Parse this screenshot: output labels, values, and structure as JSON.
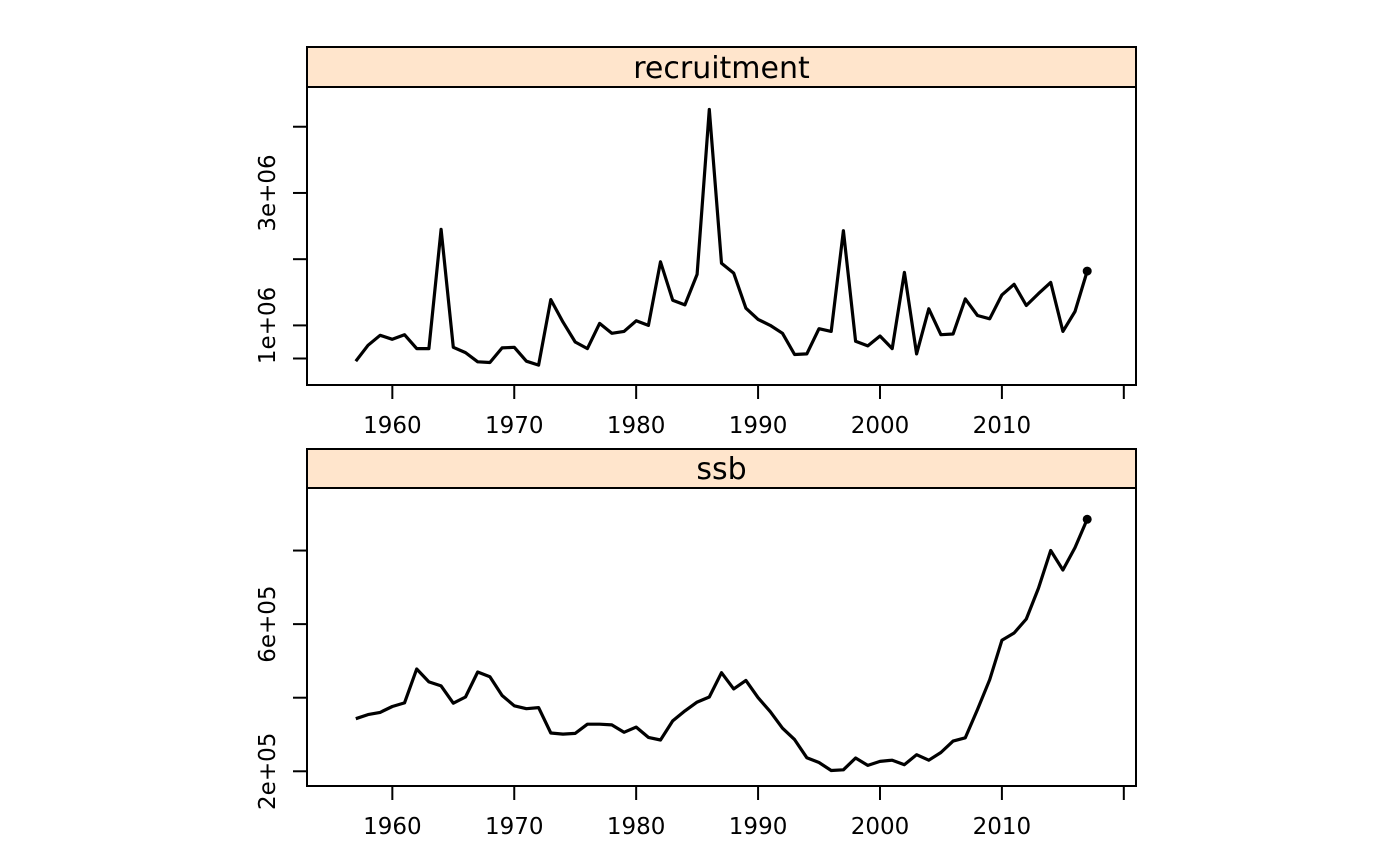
{
  "chart_data": {
    "type": "line",
    "layout": "stacked-panels",
    "strip_color": "#ffe5cc",
    "line_color": "#000000",
    "x": [
      1957,
      1958,
      1959,
      1960,
      1961,
      1962,
      1963,
      1964,
      1965,
      1966,
      1967,
      1968,
      1969,
      1970,
      1971,
      1972,
      1973,
      1974,
      1975,
      1976,
      1977,
      1978,
      1979,
      1980,
      1981,
      1982,
      1983,
      1984,
      1985,
      1986,
      1987,
      1988,
      1989,
      1990,
      1991,
      1992,
      1993,
      1994,
      1995,
      1996,
      1997,
      1998,
      1999,
      2000,
      2001,
      2002,
      2003,
      2004,
      2005,
      2006,
      2007,
      2008,
      2009,
      2010,
      2011,
      2012,
      2013,
      2014,
      2015,
      2016,
      2017
    ],
    "xlim": [
      1953,
      2021
    ],
    "xticks": [
      1960,
      1970,
      1980,
      1990,
      2000,
      2010,
      2020
    ],
    "xtick_labels": [
      "1960",
      "1970",
      "1980",
      "1990",
      "2000",
      "2010",
      ""
    ],
    "panels": [
      {
        "name": "recruitment",
        "ylim": [
          100000,
          4600000
        ],
        "yticks": [
          500000,
          1000000,
          2000000,
          3000000,
          4000000
        ],
        "ytick_labels": [
          "",
          "1e+06",
          "",
          "3e+06",
          ""
        ],
        "last_point_marked": true,
        "values": [
          460000,
          700000,
          850000,
          790000,
          860000,
          650000,
          650000,
          2450000,
          670000,
          590000,
          450000,
          440000,
          660000,
          670000,
          460000,
          400000,
          1390000,
          1050000,
          750000,
          650000,
          1030000,
          880000,
          910000,
          1070000,
          1000000,
          1960000,
          1380000,
          1310000,
          1770000,
          4260000,
          1940000,
          1790000,
          1260000,
          1090000,
          1000000,
          880000,
          560000,
          570000,
          950000,
          910000,
          2430000,
          760000,
          690000,
          840000,
          650000,
          1800000,
          570000,
          1250000,
          860000,
          870000,
          1400000,
          1150000,
          1100000,
          1460000,
          1620000,
          1300000,
          1480000,
          1650000,
          910000,
          1210000,
          1820000
        ]
      },
      {
        "name": "ssb",
        "ylim": [
          160000,
          970000
        ],
        "yticks": [
          200000,
          400000,
          600000,
          800000
        ],
        "ytick_labels": [
          "2e+05",
          "",
          "6e+05",
          ""
        ],
        "last_point_marked": true,
        "values": [
          343000,
          354000,
          360000,
          376000,
          386000,
          478000,
          443000,
          432000,
          385000,
          402000,
          470000,
          457000,
          406000,
          378000,
          370000,
          373000,
          304000,
          301000,
          303000,
          328000,
          328000,
          326000,
          306000,
          320000,
          292000,
          285000,
          337000,
          364000,
          388000,
          402000,
          468000,
          424000,
          447000,
          400000,
          362000,
          317000,
          286000,
          237000,
          224000,
          202000,
          204000,
          236000,
          216000,
          227000,
          230000,
          218000,
          245000,
          230000,
          251000,
          282000,
          291000,
          368000,
          449000,
          556000,
          576000,
          614000,
          698000,
          800000,
          747000,
          808000,
          885000
        ]
      }
    ]
  }
}
